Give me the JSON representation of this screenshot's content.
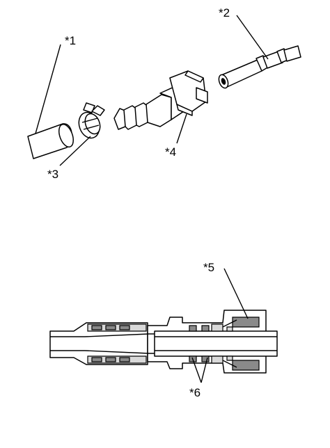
{
  "callouts": {
    "c1": "*1",
    "c2": "*2",
    "c3": "*3",
    "c4": "*4",
    "c5": "*5",
    "c6": "*6"
  },
  "colors": {
    "line": "#000000",
    "shade_dark": "#8a8a8a",
    "shade_light": "#d9d9d9",
    "background": "#ffffff"
  }
}
